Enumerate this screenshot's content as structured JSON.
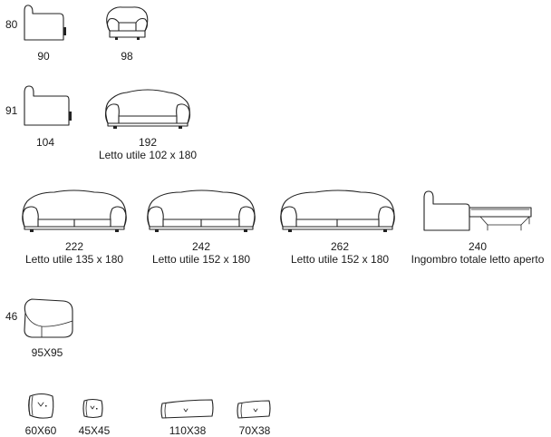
{
  "row1": {
    "height": "80",
    "items": [
      {
        "width": "90"
      },
      {
        "width": "98"
      }
    ]
  },
  "row2": {
    "height": "91",
    "items": [
      {
        "width": "104"
      },
      {
        "width": "192",
        "note": "Letto utile 102 x 180"
      }
    ]
  },
  "row3": {
    "items": [
      {
        "width": "222",
        "note": "Letto utile 135 x 180"
      },
      {
        "width": "242",
        "note": "Letto utile 152 x 180"
      },
      {
        "width": "262",
        "note": "Letto utile 152 x 180"
      },
      {
        "width": "240",
        "note": "Ingombro totale letto aperto"
      }
    ]
  },
  "ottoman": {
    "height": "46",
    "size": "95X95"
  },
  "cushions": [
    {
      "size": "60X60"
    },
    {
      "size": "45X45"
    },
    {
      "size": "110X38"
    },
    {
      "size": "70X38"
    }
  ]
}
